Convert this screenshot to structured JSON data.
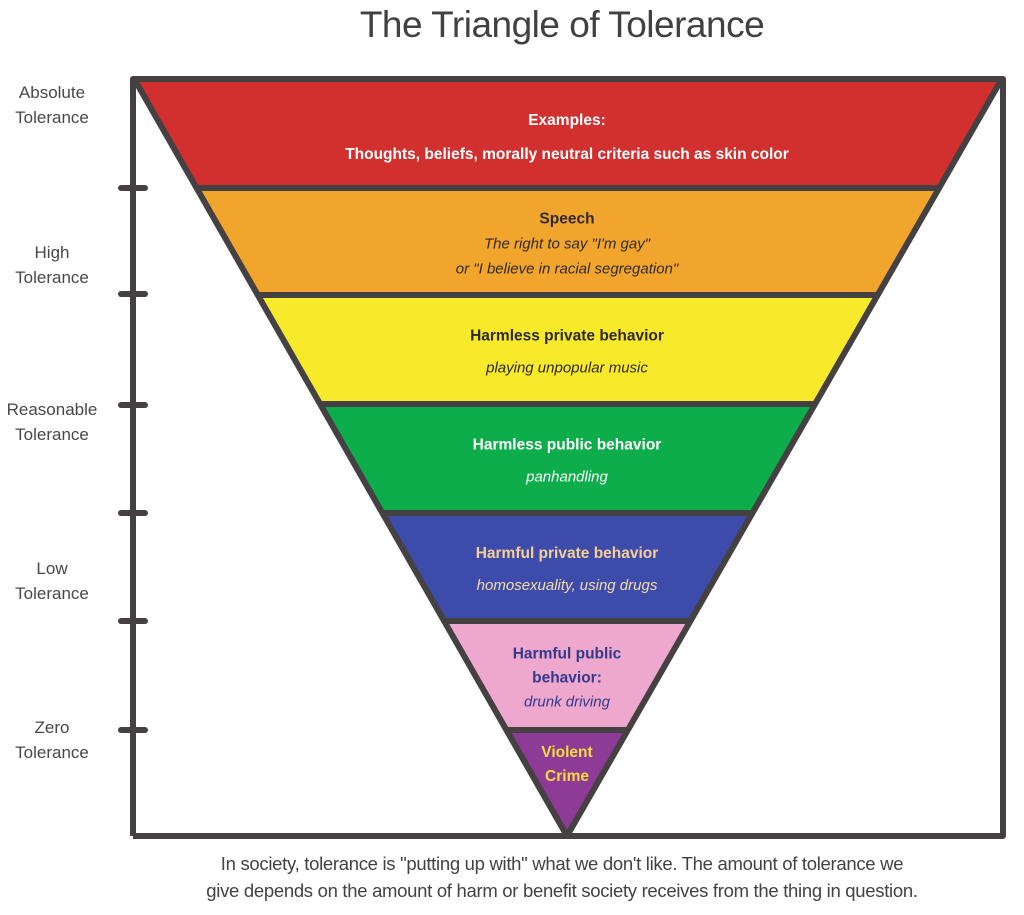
{
  "title": "The Triangle of Tolerance",
  "tolerance_levels": [
    {
      "label_line1": "Absolute",
      "label_line2": "Tolerance"
    },
    {
      "label_line1": "High",
      "label_line2": "Tolerance"
    },
    {
      "label_line1": "Reasonable",
      "label_line2": "Tolerance"
    },
    {
      "label_line1": "Low",
      "label_line2": "Tolerance"
    },
    {
      "label_line1": "Zero",
      "label_line2": "Tolerance"
    }
  ],
  "bands": [
    {
      "heading": "Examples:",
      "lines": [
        "Thoughts, beliefs, morally neutral criteria such as skin color"
      ],
      "lines_style": "bold",
      "fill": "#d2302f",
      "heading_color": "#ffffff",
      "text_color": "#ffffff"
    },
    {
      "heading": "Speech",
      "lines": [
        "The right to say \"I'm gay\"",
        "or \"I believe in racial segregation\""
      ],
      "lines_style": "italic",
      "fill": "#f2a52c",
      "heading_color": "#2e2a2b",
      "text_color": "#2e2a2b"
    },
    {
      "heading": "Harmless private behavior",
      "lines": [
        "playing unpopular music"
      ],
      "lines_style": "italic",
      "fill": "#f8e92a",
      "heading_color": "#2e2a2b",
      "text_color": "#2e2a2b"
    },
    {
      "heading": "Harmless public behavior",
      "lines": [
        "panhandling"
      ],
      "lines_style": "italic",
      "fill": "#0ead4b",
      "heading_color": "#ffffff",
      "text_color": "#ffffff"
    },
    {
      "heading": "Harmful private behavior",
      "lines": [
        "homosexuality, using drugs"
      ],
      "lines_style": "italic",
      "fill": "#3d4baa",
      "heading_color": "#f7cf94",
      "text_color": "#f7dcae"
    },
    {
      "heading": "Harmful public behavior:",
      "heading_split": [
        "Harmful public",
        "behavior:"
      ],
      "lines": [
        "drunk driving"
      ],
      "lines_style": "italic",
      "fill": "#eea8cd",
      "heading_color": "#333a8c",
      "text_color": "#333a8c"
    },
    {
      "heading": "Violent Crime",
      "heading_split": [
        "Violent",
        "Crime"
      ],
      "lines": [],
      "lines_style": "italic",
      "fill": "#8e3a97",
      "heading_color": "#f8dc3a",
      "text_color": "#f8dc3a"
    }
  ],
  "caption_line1": "In society, tolerance is \"putting up with\" what we don't like. The amount of tolerance we",
  "caption_line2": "give depends on the amount of harm or benefit society receives from the thing in question.",
  "colors": {
    "frame": "#454142"
  }
}
